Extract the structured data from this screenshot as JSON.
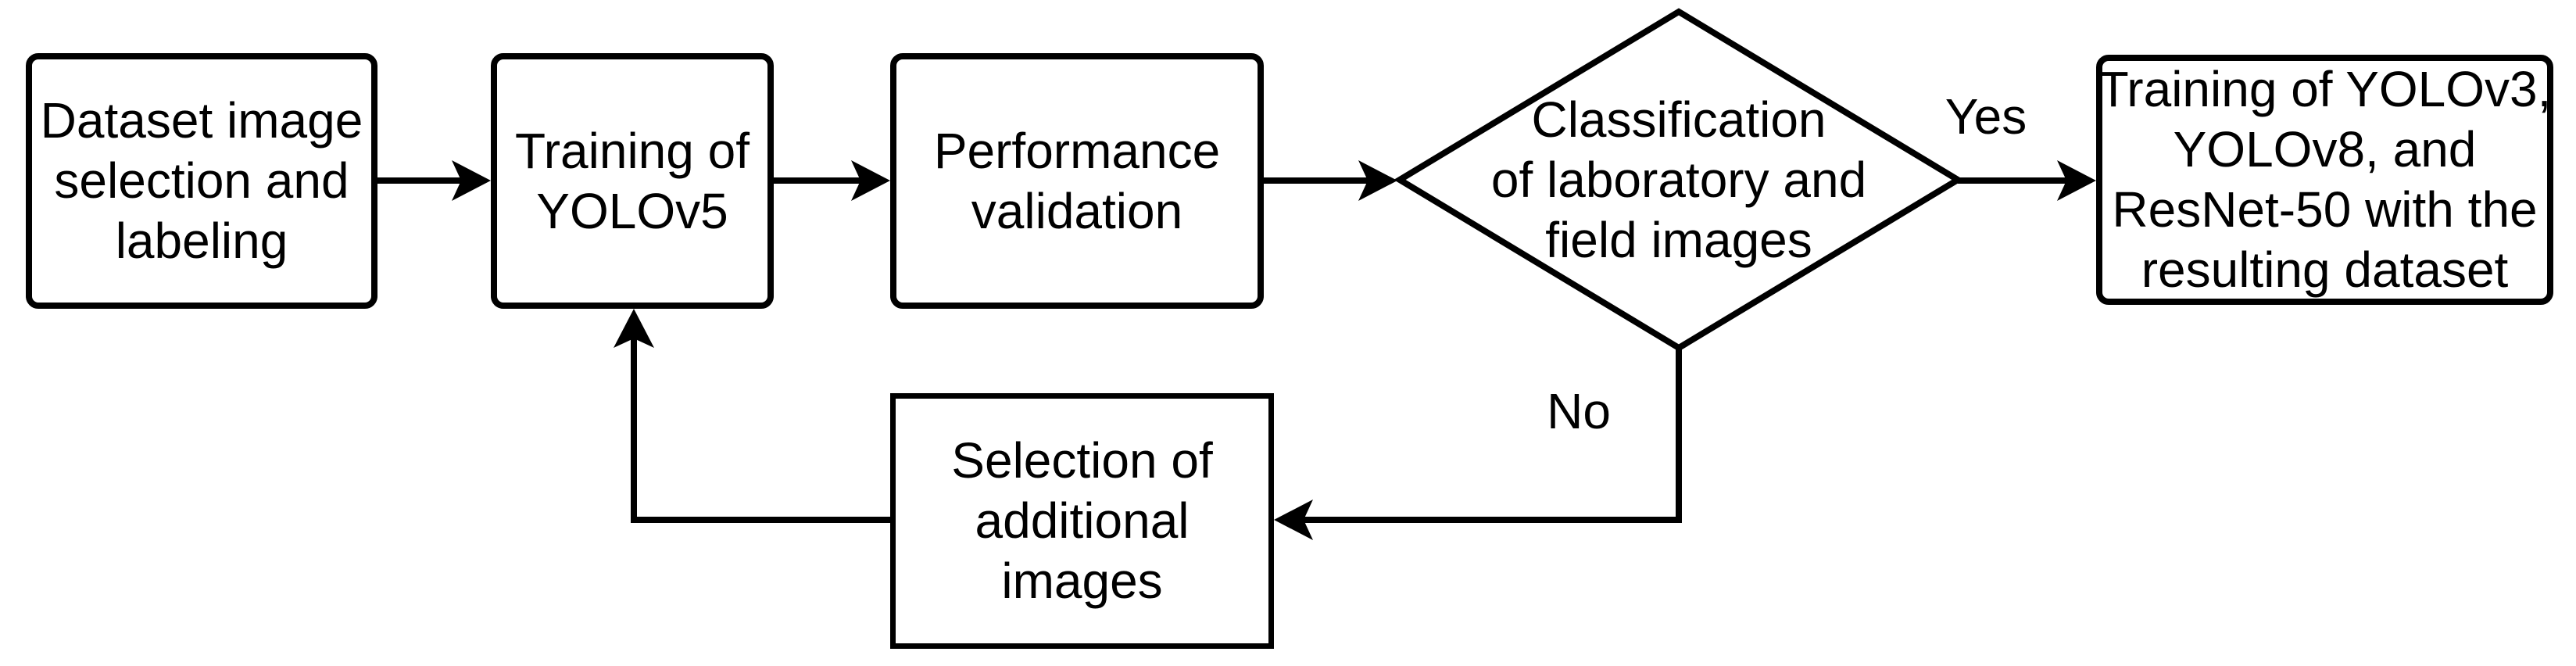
{
  "diagram": {
    "title": "YOLO training workflow flowchart",
    "background_color": "#ffffff",
    "line_color": "#000000",
    "text_color": "#000000",
    "nodes": [
      {
        "id": "dataset-selection",
        "shape": "rectangle",
        "lines": [
          "Dataset image",
          "selection and",
          "labeling"
        ]
      },
      {
        "id": "train-yolov5",
        "shape": "rectangle",
        "lines": [
          "Training of",
          "YOLOv5"
        ]
      },
      {
        "id": "performance-validation",
        "shape": "rectangle",
        "lines": [
          "Performance",
          "validation"
        ]
      },
      {
        "id": "classification-decision",
        "shape": "diamond",
        "lines": [
          "Classification",
          "of laboratory and",
          "field images"
        ]
      },
      {
        "id": "train-final-models",
        "shape": "rectangle",
        "lines": [
          "Training of YOLOv3,",
          "YOLOv8, and",
          "ResNet-50 with the",
          "resulting dataset"
        ]
      },
      {
        "id": "selection-additional",
        "shape": "rectangle",
        "lines": [
          "Selection of",
          "additional",
          "images"
        ]
      }
    ],
    "edges": [
      {
        "from": "dataset-selection",
        "to": "train-yolov5",
        "label": ""
      },
      {
        "from": "train-yolov5",
        "to": "performance-validation",
        "label": ""
      },
      {
        "from": "performance-validation",
        "to": "classification-decision",
        "label": ""
      },
      {
        "from": "classification-decision",
        "to": "train-final-models",
        "label": "Yes"
      },
      {
        "from": "classification-decision",
        "to": "selection-additional",
        "label": "No"
      },
      {
        "from": "selection-additional",
        "to": "train-yolov5",
        "label": ""
      }
    ],
    "edge_labels": {
      "yes": "Yes",
      "no": "No"
    }
  }
}
